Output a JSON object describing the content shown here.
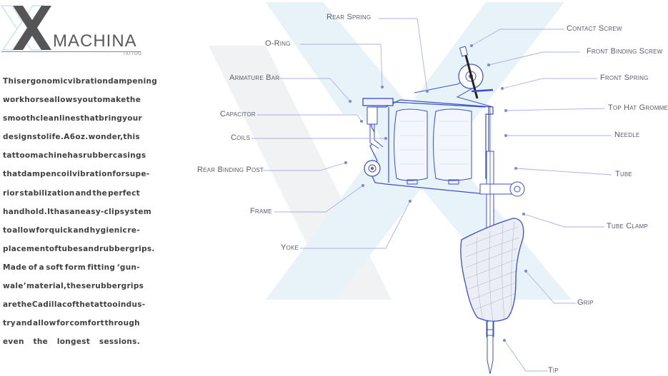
{
  "logo": {
    "word": "MACHINA",
    "sub": "TATTOO",
    "accent": "#bfe0ee"
  },
  "description": [
    [
      "This",
      "ergonomic",
      "vibration",
      "dampening"
    ],
    [
      "workhorse",
      "allows",
      "you",
      "to",
      "make",
      "the"
    ],
    [
      "smooth",
      "clean",
      "lines",
      "that",
      "bring",
      "your"
    ],
    [
      "designs",
      "to",
      "life.",
      "A",
      "6",
      "oz.",
      "wonder,",
      "this"
    ],
    [
      "tattoo",
      "machine",
      "has",
      "rubber",
      "casings"
    ],
    [
      "that",
      "dampen",
      "coil",
      "vibration",
      "for",
      "supe-"
    ],
    [
      "rior",
      "stabilization",
      "and",
      "the",
      "perfect"
    ],
    [
      "hand",
      "hold.",
      "It",
      "has",
      "an",
      "easy-clip",
      "system"
    ],
    [
      "to",
      "allow",
      "for",
      "quick",
      "and",
      "hygienic",
      "re-"
    ],
    [
      "placement",
      "of",
      "tubes",
      "and",
      "rubber",
      "grips."
    ],
    [
      "Made",
      "of",
      "a",
      "soft",
      "form",
      "fitting",
      "‘gun-"
    ],
    [
      "wale’",
      "material,",
      "these",
      "rubber",
      "grips"
    ],
    [
      "are",
      "the",
      "Cadillac",
      "of",
      "the",
      "tattoo",
      "indus-"
    ],
    [
      "try",
      "and",
      "allow",
      "for",
      "comfort",
      "through"
    ],
    [
      "even",
      "the",
      "longest",
      "sessions."
    ]
  ],
  "labels": {
    "rear_spring": "Rear Spring",
    "o_ring": "O-Ring",
    "contact_screw": "Contact Screw",
    "front_binding_screw": "Front Binding Screw",
    "armature_bar": "Armature Bar",
    "front_spring": "Front Spring",
    "capacitor": "Capacitor",
    "top_hat_grommet": "Top Hat Grommet",
    "coils": "Coils",
    "needle": "Needle",
    "rear_binding_post": "Rear Binding Post",
    "tube": "Tube",
    "frame": "Frame",
    "tube_clamp": "Tube Clamp",
    "yoke": "Yoke",
    "grip": "Grip",
    "tip": "Tip"
  },
  "colors": {
    "machine": "#3a4fc8",
    "leader": "#9aa4e6",
    "dot": "#7c86e0",
    "watermark": "#eef0f3",
    "watermark_blue": "#e7f2f8"
  }
}
